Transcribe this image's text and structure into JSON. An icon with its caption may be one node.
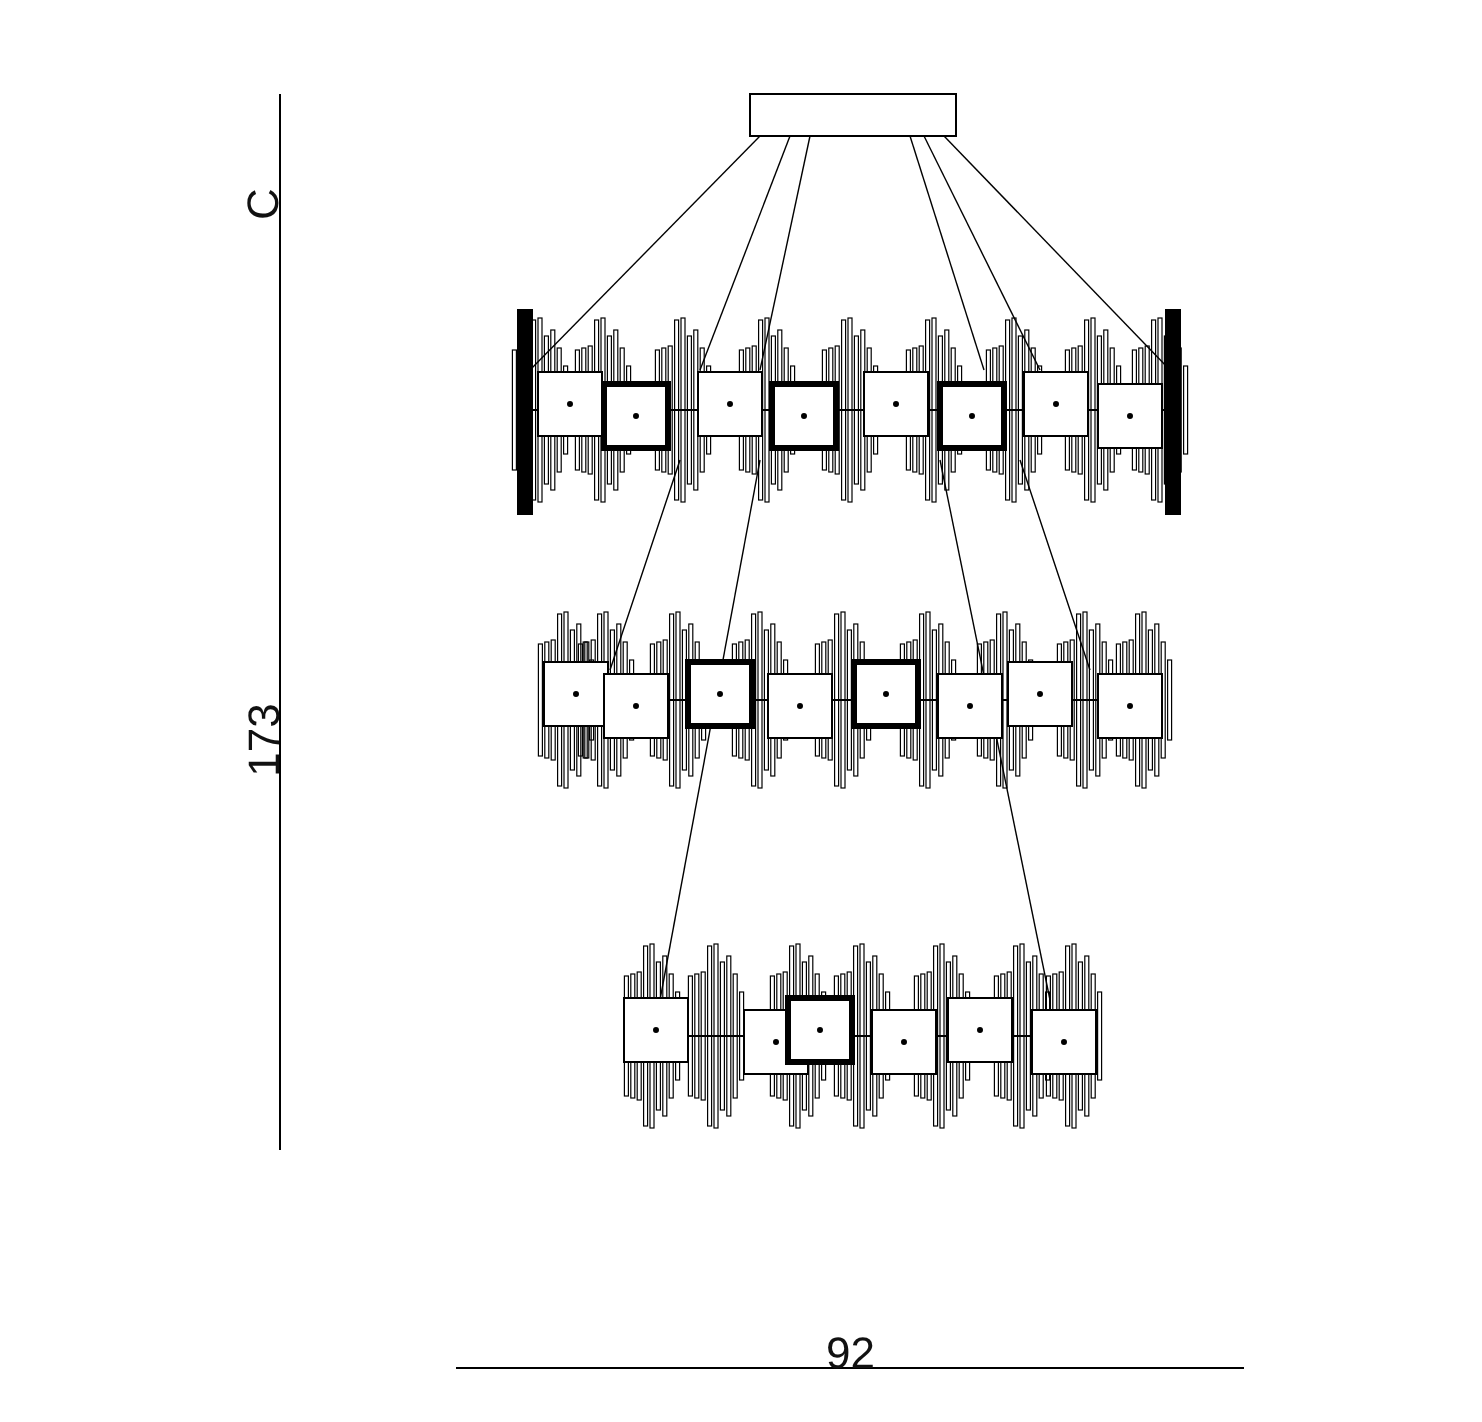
{
  "diagram": {
    "labels": [
      "C",
      "173",
      "92"
    ]
  }
}
